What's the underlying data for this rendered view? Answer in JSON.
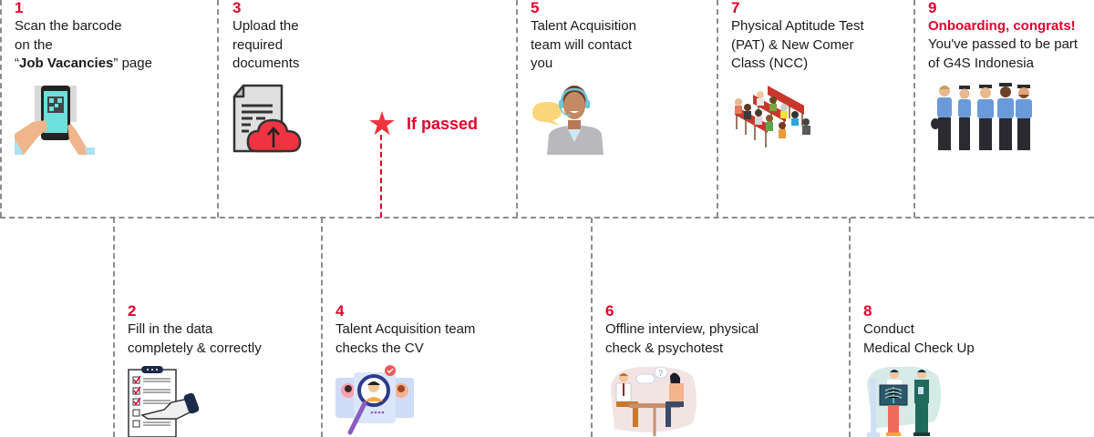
{
  "colors": {
    "accent": "#e4002b",
    "divider": "#8c8c90",
    "text": "#1a1a1a"
  },
  "branch": {
    "icon": "star-icon",
    "label": "If passed"
  },
  "steps": [
    {
      "number": "1",
      "lines": [
        "Scan the barcode",
        "on the"
      ],
      "line3_prefix": "“",
      "line3_bold": "Job Vacancies",
      "line3_suffix": "” page",
      "icon": "phone-qr-scan-icon"
    },
    {
      "number": "2",
      "lines": [
        "Fill in the data",
        "completely & correctly"
      ],
      "icon": "checklist-form-icon"
    },
    {
      "number": "3",
      "lines": [
        "Upload the",
        "required",
        "documents"
      ],
      "icon": "document-cloud-upload-icon"
    },
    {
      "number": "4",
      "lines": [
        "Talent Acquisition team",
        "checks the CV"
      ],
      "icon": "cv-magnifier-icon"
    },
    {
      "number": "5",
      "lines": [
        "Talent Acquisition",
        "team will contact",
        "you"
      ],
      "icon": "call-center-agent-icon"
    },
    {
      "number": "6",
      "lines": [
        "Offline interview, physical",
        "check & psychotest"
      ],
      "icon": "interview-table-icon"
    },
    {
      "number": "7",
      "lines": [
        "Physical Aptitude Test",
        "(PAT) & New Comer",
        "Class (NCC)"
      ],
      "icon": "classroom-audience-icon"
    },
    {
      "number": "8",
      "lines": [
        "Conduct",
        "Medical Check Up"
      ],
      "icon": "xray-medical-check-icon"
    },
    {
      "number": "9",
      "highlight": "Onboarding, congrats!",
      "lines": [
        "You've passed to be part",
        "of G4S Indonesia"
      ],
      "icon": "security-officers-team-icon"
    }
  ]
}
